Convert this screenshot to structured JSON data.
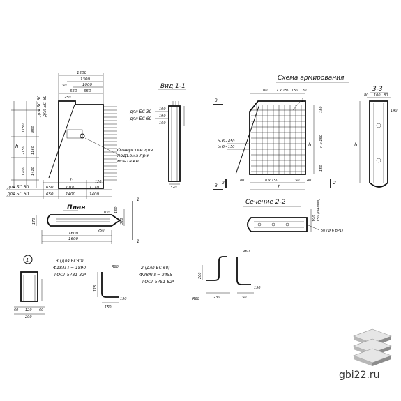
{
  "titles": {
    "view_1_1": "Вид 1-1",
    "reinf_scheme": "Схема армирования",
    "section_3_3": "3-3",
    "plan": "План",
    "section_2_2": "Сечение 2-2",
    "detail_1": "1"
  },
  "left_view": {
    "labels": {
      "bs30_vert": "для БС 30",
      "bs60_vert": "для БС 60",
      "row_bs30": "для БС 30",
      "row_bs60": "для БС 60",
      "hole_note": [
        "Отверстие для",
        "подъема при",
        "монтаже"
      ],
      "h": "h",
      "l1": "ℓ₁"
    },
    "top_dims": [
      "1600",
      "1300",
      "1000",
      "650",
      "650"
    ],
    "small_dims": [
      "150",
      "250"
    ],
    "vertical_dims": [
      "1150",
      "860",
      "2150",
      "1160",
      "1700",
      "1410"
    ],
    "bottom_row_bs30": [
      "650",
      "1100",
      "1110"
    ],
    "bottom_row_bs60": [
      "650",
      "1400",
      "1400"
    ],
    "misc": [
      "120",
      "150",
      "250"
    ]
  },
  "view11": {
    "labels": [
      "для БС 30",
      "для БС 60"
    ],
    "dims": [
      "100",
      "190",
      "160",
      "320"
    ]
  },
  "scheme": {
    "dims_top": [
      "100",
      "7 x 150",
      "150",
      "120"
    ],
    "dims_left": [
      "b₀ 6 - 450",
      "b₀ 6 - 150"
    ],
    "dims_bottom": [
      "80",
      "n x 150",
      "150",
      "40",
      "ℓ"
    ],
    "dims_right": [
      "150",
      "n x 150",
      "150"
    ],
    "markers": [
      "3",
      "3",
      "2",
      "2",
      "1"
    ],
    "letters": [
      "h",
      "ℓ"
    ]
  },
  "s33": {
    "dims": [
      "80",
      "100",
      "80",
      "140"
    ],
    "letter": "h"
  },
  "plan": {
    "dims": [
      "1600",
      "1600",
      "170",
      "320",
      "160",
      "100",
      "250"
    ],
    "marker": "1"
  },
  "s22": {
    "dims": [
      "190",
      "150 (Ф400М)",
      "50 (Ф 6 ВР1)"
    ]
  },
  "detail1": {
    "dims": [
      "60",
      "120",
      "60",
      "200"
    ]
  },
  "bar3": {
    "caption": [
      "3 (для БС30)",
      "Ф18АІ  ℓ = 1890",
      "ГОСТ 5781-82*"
    ],
    "dims": [
      "R80",
      "115",
      "150",
      "150"
    ]
  },
  "bar2": {
    "caption": [
      "2 (для БС 60)",
      "Ф28АІ  ℓ = 2455",
      "ГОСТ 5781-82*"
    ],
    "dims": [
      "R60",
      "R60",
      "230",
      "200",
      "150",
      "150"
    ]
  },
  "watermark": "gbi22.ru",
  "colors": {
    "ink": "#111111",
    "logo_top": "#e6e6e6",
    "logo_side": "#b8b8b8",
    "logo_dark": "#8c8c8c"
  }
}
